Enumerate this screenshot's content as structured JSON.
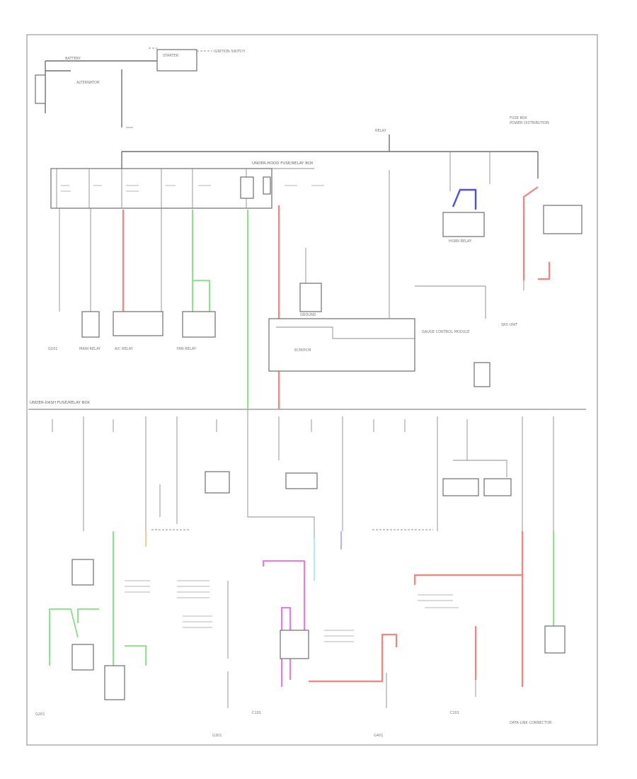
{
  "diagram": {
    "labels": [
      "BATTERY",
      "STARTER",
      "IGNITION SWITCH",
      "ALTERNATOR",
      "FUSE BOX",
      "POWER DISTRIBUTION",
      "RELAY",
      "GROUND",
      "G101",
      "G201",
      "G301",
      "G401",
      "UNDER-HOOD FUSE/RELAY BOX",
      "UNDER-DASH FUSE/RELAY BOX",
      "MAIN RELAY",
      "A/C RELAY",
      "FAN RELAY",
      "ECM/PCM",
      "GAUGE CONTROL MODULE",
      "SRS UNIT",
      "HORN RELAY",
      "DATA LINK CONNECTOR",
      "C101",
      "C201"
    ]
  }
}
